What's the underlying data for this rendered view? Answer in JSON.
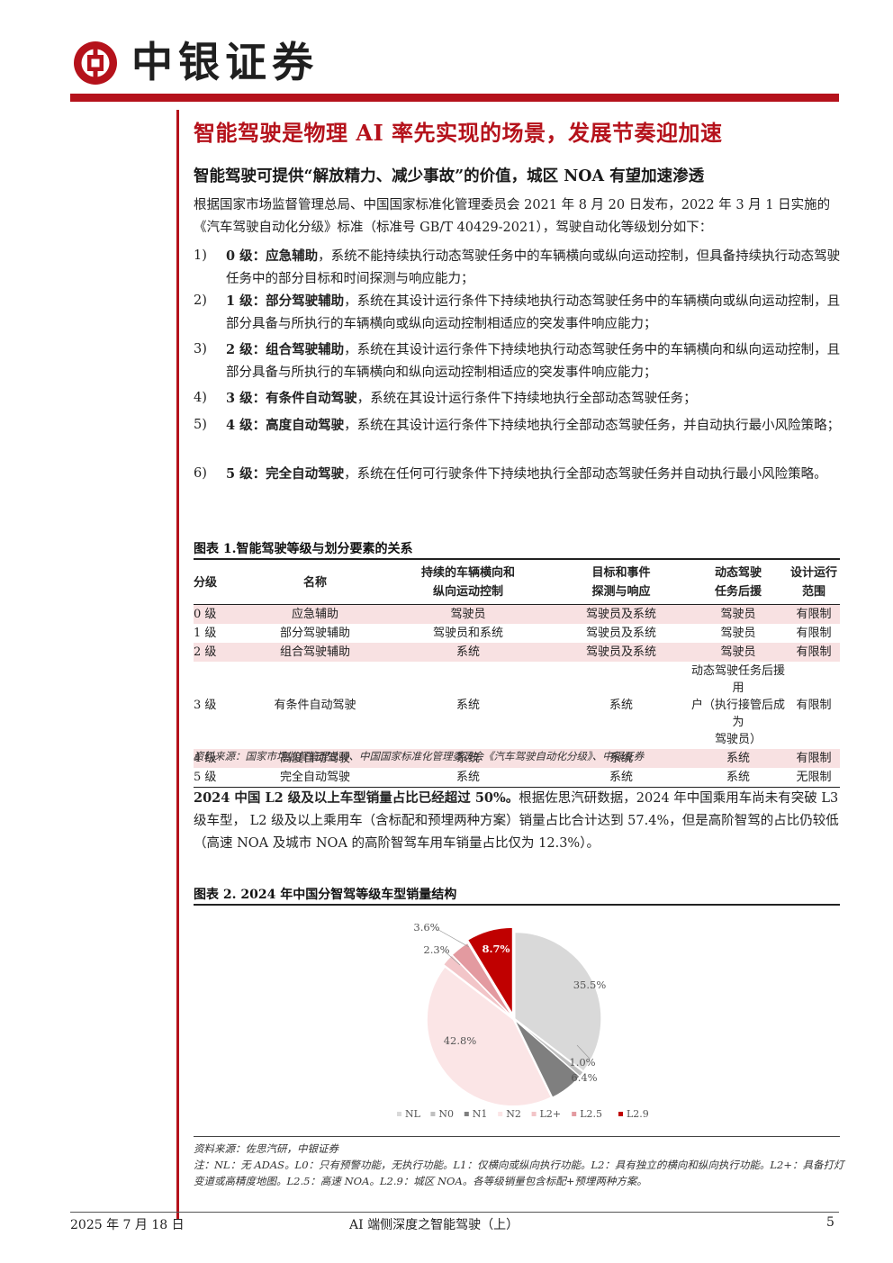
{
  "header": {
    "brand": "中银证券"
  },
  "section_title": "智能驾驶是物理 AI 率先实现的场景，发展节奏迎加速",
  "sub_title": "智能驾驶可提供“解放精力、减少事故”的价值，城区 NOA 有望加速渗透",
  "intro": "根据国家市场监督管理总局、中国国家标准化管理委员会 2021 年 8 月 20 日发布，2022 年 3 月 1 日实施的《汽车驾驶自动化分级》标准（标准号 GB/T 40429-2021），驾驶自动化等级划分如下：",
  "levels": [
    {
      "num": "1)",
      "bold": "0 级：应急辅助",
      "text": "，系统不能持续执行动态驾驶任务中的车辆横向或纵向运动控制，但具备持续执行动态驾驶任务中的部分目标和时间探测与响应能力；"
    },
    {
      "num": "2)",
      "bold": "1 级：部分驾驶辅助",
      "text": "，系统在其设计运行条件下持续地执行动态驾驶任务中的车辆横向或纵向运动控制，且部分具备与所执行的车辆横向或纵向运动控制相适应的突发事件响应能力；"
    },
    {
      "num": "3)",
      "bold": "2 级：组合驾驶辅助",
      "text": "，系统在其设计运行条件下持续地执行动态驾驶任务中的车辆横向和纵向运动控制，且部分具备与所执行的车辆横向和纵向运动控制相适应的突发事件响应能力；"
    },
    {
      "num": "4)",
      "bold": "3 级：有条件自动驾驶",
      "text": "，系统在其设计运行条件下持续地执行全部动态驾驶任务；"
    },
    {
      "num": "5)",
      "bold": "4 级：高度自动驾驶",
      "text": "，系统在其设计运行条件下持续地执行全部动态驾驶任务，并自动执行最小风险策略；"
    },
    {
      "num": "6)",
      "bold": "5 级：完全自动驾驶",
      "text": "，系统在任何可行驶条件下持续地执行全部动态驾驶任务并自动执行最小风险策略。"
    }
  ],
  "table1": {
    "title": "图表 1.智能驾驶等级与划分要素的关系",
    "headers": [
      "分级",
      "名称",
      "持续的车辆横向和\n纵向运动控制",
      "目标和事件\n探测与响应",
      "动态驾驶\n任务后援",
      "设计运行\n范围"
    ],
    "rows": [
      [
        "0 级",
        "应急辅助",
        "驾驶员",
        "驾驶员及系统",
        "驾驶员",
        "有限制"
      ],
      [
        "1 级",
        "部分驾驶辅助",
        "驾驶员和系统",
        "驾驶员及系统",
        "驾驶员",
        "有限制"
      ],
      [
        "2 级",
        "组合驾驶辅助",
        "系统",
        "驾驶员及系统",
        "驾驶员",
        "有限制"
      ],
      [
        "3 级",
        "有条件自动驾驶",
        "系统",
        "系统",
        "动态驾驶任务后援用\n户（执行接管后成为\n驾驶员）",
        "有限制"
      ],
      [
        "4 级",
        "高度自动驾驶",
        "系统",
        "系统",
        "系统",
        "有限制"
      ],
      [
        "5 级",
        "完全自动驾驶",
        "系统",
        "系统",
        "系统",
        "无限制"
      ]
    ],
    "shaded_rows": [
      0,
      2,
      4
    ],
    "source": "资料来源：国家市场监督管理总局、中国国家标准化管理委员会《汽车驾驶自动化分级》、中银证券"
  },
  "para2": {
    "bold": "2024 中国 L2 级及以上车型销量占比已经超过 50%。",
    "text": "根据佐思汽研数据，2024 年中国乘用车尚未有突破 L3 级车型， L2 级及以上乘用车（含标配和预埋两种方案）销量占比合计达到 57.4%，但是高阶智驾的占比仍较低（高速 NOA 及城市 NOA 的高阶智驾车用车销量占比仅为 12.3%）。"
  },
  "chart_data": {
    "type": "pie",
    "title": "图表 2. 2024 年中国分智驾等级车型销量结构",
    "categories": [
      "NL",
      "N0",
      "N1",
      "N2",
      "L2+",
      "L2.5",
      "L2.9"
    ],
    "values": [
      35.5,
      1.0,
      6.4,
      42.8,
      2.3,
      3.6,
      8.7
    ],
    "labels": [
      "35.5%",
      "1.0%",
      "6.4%",
      "42.8%",
      "2.3%",
      "3.6%",
      "8.7%"
    ],
    "colors": [
      "#d9d9d9",
      "#bfbfbf",
      "#7f7f7f",
      "#fbe5e6",
      "#f2c5c8",
      "#e39aa0",
      "#c00000"
    ],
    "legend_position": "bottom"
  },
  "chart_source": "资料来源：佐思汽研，中银证券",
  "chart_note": "注：NL：无 ADAS。L0：只有预警功能，无执行功能。L1：仅横向或纵向执行功能。L2：具有独立的横向和纵向执行功能。L2+：具备打灯变道或高精度地图。L2.5：高速 NOA。L2.9：城区 NOA。各等级销量包含标配+预埋两种方案。",
  "footer": {
    "date": "2025 年 7 月 18 日",
    "title": "AI 端侧深度之智能驾驶（上）",
    "page": "5"
  }
}
